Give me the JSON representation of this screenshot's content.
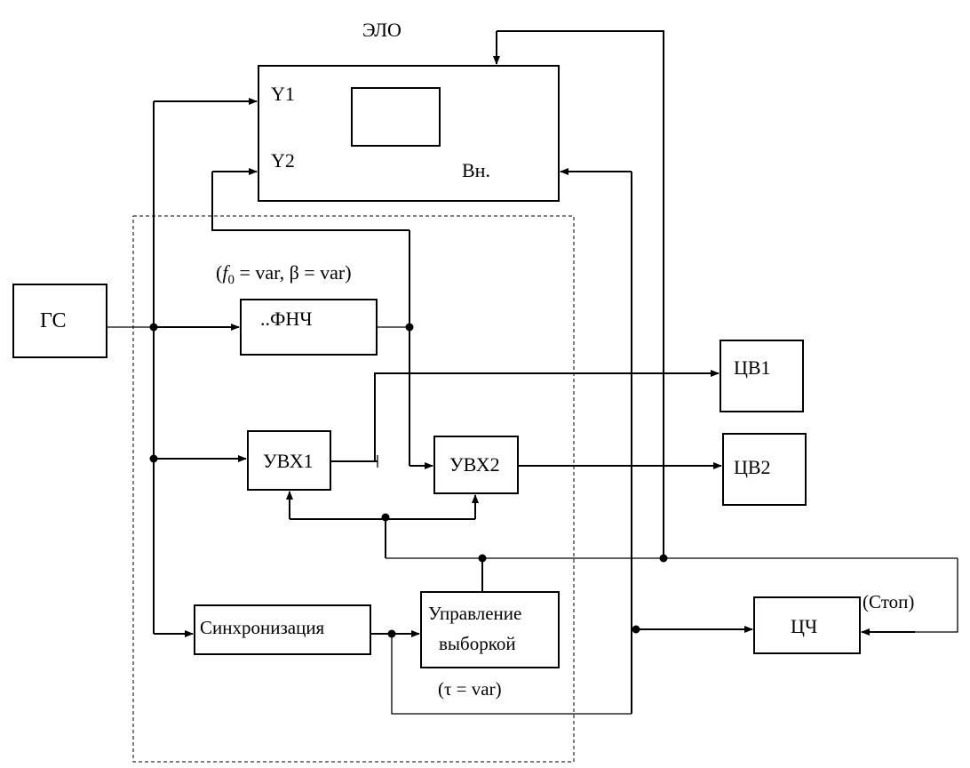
{
  "elo": {
    "title": "ЭЛО",
    "input_y1": "Y1",
    "input_y2": "Y2",
    "input_ext": "Вн."
  },
  "blocks": {
    "gs": "ГС",
    "fnch": "..ФНЧ",
    "fnch_params": {
      "f": "f",
      "sub": "0",
      "rest": " = var, β = var)",
      "open": "("
    },
    "uvh1": "УВХ1",
    "uvh2": "УВХ2",
    "sync": "Синхронизация",
    "control_line1": "Управление",
    "control_line2": "выборкой",
    "control_param": "(τ = var)",
    "cv1": "ЦВ1",
    "cv2": "ЦВ2",
    "cch": "ЦЧ",
    "stop": "(Стоп)"
  }
}
